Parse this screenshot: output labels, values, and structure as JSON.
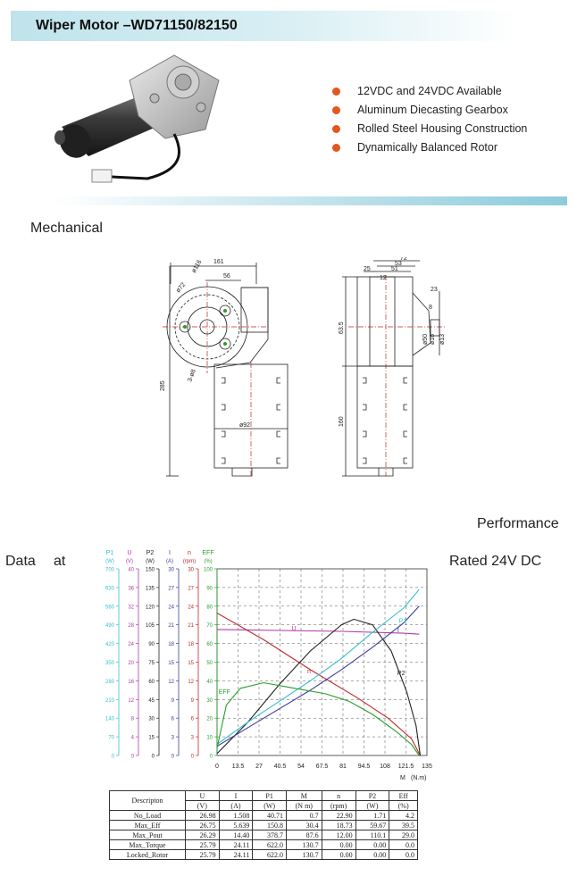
{
  "header": {
    "title": "Wiper Motor –WD71150/82150"
  },
  "features": [
    "12VDC and 24VDC Available",
    "Aluminum Diecasting Gearbox",
    "Rolled Steel Housing Construction",
    "Dynamically Balanced Rotor"
  ],
  "mechanical": {
    "heading": "Mechanical",
    "dims": {
      "w161": "161",
      "d56": "56",
      "d116": "ø116",
      "d72": "ø72",
      "holes": "3-ø8",
      "h285": "285",
      "d92": "ø92",
      "t72": "72",
      "t53": "53",
      "t51": "51",
      "t25": "25",
      "t12": "12",
      "r23": "23",
      "r8": "8",
      "r50": "ø50",
      "r16": "ø16",
      "r13": "ø13",
      "h635": "63.5",
      "h160": "160"
    }
  },
  "performance": {
    "heading": "Performance",
    "left_label_1": "Data",
    "left_label_2": "at",
    "right_label": "Rated 24V DC"
  },
  "chart_data": {
    "type": "line",
    "xlabel": "M",
    "xunit": "(N.m)",
    "x_ticks": [
      "0",
      "13.5",
      "27",
      "40.5",
      "54",
      "67.5",
      "81",
      "94.5",
      "108",
      "121.5",
      "135"
    ],
    "xlim": [
      0,
      135
    ],
    "axes": [
      {
        "name": "P1",
        "unit": "(W)",
        "color": "#35bfd0",
        "ticks": [
          "0",
          "70",
          "140",
          "210",
          "280",
          "350",
          "420",
          "490",
          "560",
          "630",
          "700"
        ]
      },
      {
        "name": "U",
        "unit": "(V)",
        "color": "#b03aa8",
        "ticks": [
          "0",
          "4",
          "8",
          "12",
          "16",
          "20",
          "24",
          "28",
          "32",
          "36",
          "40"
        ]
      },
      {
        "name": "P2",
        "unit": "(W)",
        "color": "#222222",
        "ticks": [
          "0",
          "15",
          "30",
          "45",
          "60",
          "75",
          "90",
          "105",
          "120",
          "135",
          "150"
        ]
      },
      {
        "name": "I",
        "unit": "(A)",
        "color": "#3b3b9e",
        "ticks": [
          "0",
          "3",
          "6",
          "9",
          "12",
          "15",
          "18",
          "21",
          "24",
          "27",
          "30"
        ]
      },
      {
        "name": "n",
        "unit": "(rpm)",
        "color": "#c0272d",
        "ticks": [
          "0",
          "3",
          "6",
          "9",
          "12",
          "15",
          "18",
          "21",
          "24",
          "27",
          "30"
        ]
      },
      {
        "name": "EFF",
        "unit": "(%)",
        "color": "#2a9d2a",
        "ticks": [
          "0",
          "10",
          "20",
          "30",
          "40",
          "50",
          "60",
          "70",
          "80",
          "90",
          "100"
        ]
      }
    ],
    "series": [
      {
        "name": "U",
        "color": "#b03aa8",
        "label_at": [
          48,
          67
        ],
        "points": [
          [
            0,
            67.5
          ],
          [
            40,
            67
          ],
          [
            80,
            66.5
          ],
          [
            120,
            65.5
          ],
          [
            130,
            65
          ]
        ]
      },
      {
        "name": "n",
        "color": "#c0272d",
        "label_at": [
          58,
          44
        ],
        "points": [
          [
            0,
            76.3
          ],
          [
            30,
            62
          ],
          [
            60,
            46
          ],
          [
            90,
            31
          ],
          [
            110,
            20
          ],
          [
            125,
            9
          ],
          [
            130.7,
            0
          ]
        ]
      },
      {
        "name": "P2",
        "color": "#222222",
        "label_at": [
          116,
          43
        ],
        "points": [
          [
            0,
            1
          ],
          [
            20,
            18
          ],
          [
            40,
            38
          ],
          [
            60,
            56
          ],
          [
            80,
            70
          ],
          [
            88,
            73
          ],
          [
            100,
            70
          ],
          [
            112,
            56
          ],
          [
            122,
            34
          ],
          [
            128,
            16
          ],
          [
            130.7,
            0
          ]
        ]
      },
      {
        "name": "I",
        "color": "#3b3b9e",
        "label_at": [
          116,
          66
        ],
        "points": [
          [
            0,
            5
          ],
          [
            20,
            15
          ],
          [
            40,
            25
          ],
          [
            60,
            35
          ],
          [
            80,
            46
          ],
          [
            100,
            58
          ],
          [
            120,
            71
          ],
          [
            130,
            80
          ]
        ]
      },
      {
        "name": "P1",
        "color": "#35bfd0",
        "label_at": [
          117,
          71
        ],
        "points": [
          [
            0,
            6
          ],
          [
            20,
            18
          ],
          [
            40,
            29
          ],
          [
            60,
            40
          ],
          [
            80,
            52
          ],
          [
            100,
            66
          ],
          [
            120,
            79
          ],
          [
            130,
            88.9
          ]
        ]
      },
      {
        "name": "EFF",
        "color": "#2a9d2a",
        "label_at": [
          1,
          33
        ],
        "points": [
          [
            0,
            4
          ],
          [
            6,
            27
          ],
          [
            15,
            36
          ],
          [
            30,
            39
          ],
          [
            50,
            36
          ],
          [
            70,
            33
          ],
          [
            85,
            29
          ],
          [
            100,
            22
          ],
          [
            115,
            13
          ],
          [
            125,
            6
          ],
          [
            130,
            0
          ]
        ]
      }
    ]
  },
  "table": {
    "headers": [
      "Descripton",
      "U",
      "I",
      "P1",
      "M",
      "n",
      "P2",
      "Eff"
    ],
    "units": [
      "(V)",
      "(A)",
      "(W)",
      "(N m)",
      "(rpm)",
      "(W)",
      "(%)"
    ],
    "rows": [
      [
        "No_Load",
        "26.98",
        "1.508",
        "40.71",
        "0.7",
        "22.90",
        "1.71",
        "4.2"
      ],
      [
        "Max_Eff",
        "26.75",
        "5.639",
        "150.8",
        "30.4",
        "18.73",
        "59.67",
        "39.5"
      ],
      [
        "Max_Pout",
        "26.29",
        "14.40",
        "378.7",
        "87.6",
        "12.00",
        "110.1",
        "29.0"
      ],
      [
        "Max_Torque",
        "25.79",
        "24.11",
        "622.0",
        "130.7",
        "0.00",
        "0.00",
        "0.0"
      ],
      [
        "Locked_Rotor",
        "25.79",
        "24.11",
        "622.0",
        "130.7",
        "0.00",
        "0.00",
        "0.0"
      ]
    ]
  }
}
